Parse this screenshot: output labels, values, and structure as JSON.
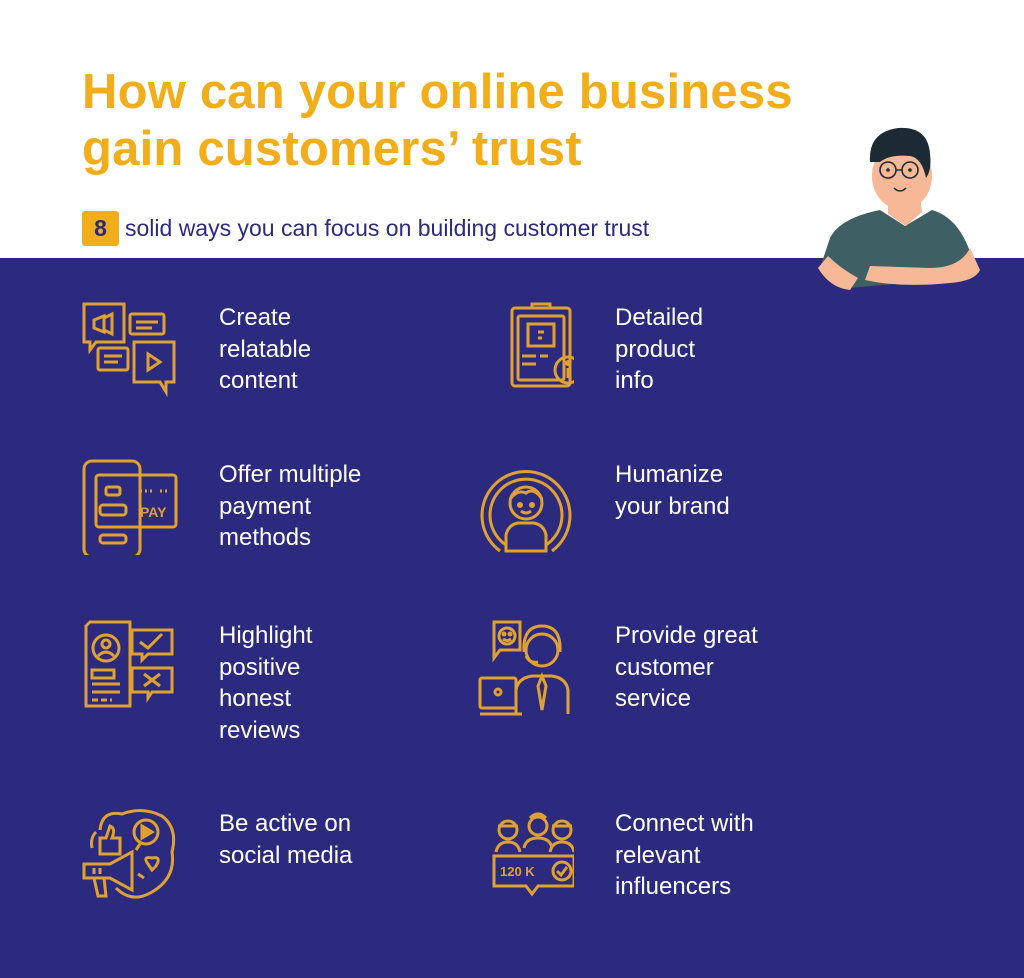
{
  "header": {
    "title_line1": "How can your online business",
    "title_line2": "gain customers’ trust",
    "badge_number": "8",
    "subtitle": "solid ways you can focus on building customer trust"
  },
  "colors": {
    "accent": "#f2ad1b",
    "panel": "#2b2a7f",
    "text_light": "#ffffff"
  },
  "items": [
    {
      "icon": "content-chat-bubbles-icon",
      "lines": [
        "Create",
        "relatable",
        "content"
      ]
    },
    {
      "icon": "clipboard-product-info-icon",
      "lines": [
        "Detailed",
        "product",
        "info"
      ]
    },
    {
      "icon": "mobile-payment-card-icon",
      "lines": [
        "Offer multiple",
        "payment",
        "methods"
      ]
    },
    {
      "icon": "person-circle-icon",
      "lines": [
        "Humanize",
        "your brand"
      ]
    },
    {
      "icon": "review-document-icon",
      "lines": [
        "Highlight",
        "positive",
        "honest",
        "reviews"
      ]
    },
    {
      "icon": "customer-support-agent-icon",
      "lines": [
        "Provide great",
        "customer",
        "service"
      ]
    },
    {
      "icon": "megaphone-social-icon",
      "lines": [
        "Be active on",
        "social media"
      ]
    },
    {
      "icon": "influencers-group-icon",
      "lines": [
        "Connect with",
        "relevant",
        "influencers"
      ],
      "icon_text": "120 K"
    }
  ]
}
